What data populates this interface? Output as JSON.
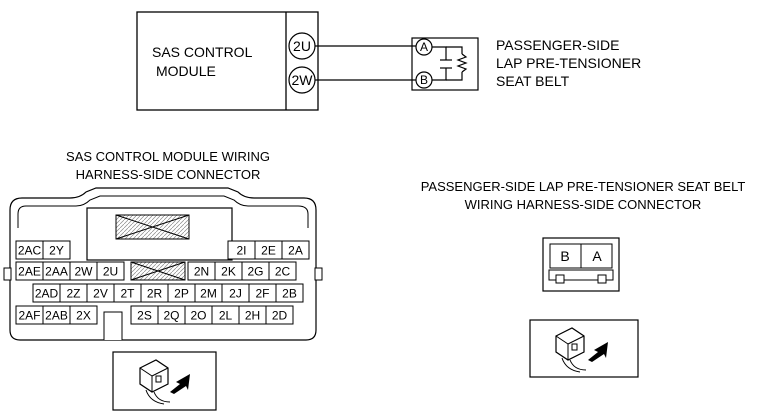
{
  "diagram": {
    "module": {
      "label_line1": "SAS CONTROL",
      "label_line2": "MODULE",
      "terminals": [
        "2U",
        "2W"
      ]
    },
    "pretensioner": {
      "label_line1": "PASSENGER-SIDE",
      "label_line2": "LAP PRE-TENSIONER",
      "label_line3": "SEAT BELT",
      "terminals": [
        "A",
        "B"
      ]
    },
    "sas_connector": {
      "caption_line1": "SAS CONTROL MODULE WIRING",
      "caption_line2": "HARNESS-SIDE CONNECTOR",
      "row1_left": [
        "2AC",
        "2Y"
      ],
      "row1_right": [
        "2I",
        "2E",
        "2A"
      ],
      "row2": [
        "2AE",
        "2AA",
        "2W",
        "2U",
        "2N",
        "2K",
        "2G",
        "2C"
      ],
      "row3": [
        "2AD",
        "2Z",
        "2V",
        "2T",
        "2R",
        "2P",
        "2M",
        "2J",
        "2F",
        "2B"
      ],
      "row4_left": [
        "2AF",
        "2AB",
        "2X"
      ],
      "row4_right": [
        "2S",
        "2Q",
        "2O",
        "2L",
        "2H",
        "2D"
      ]
    },
    "pretensioner_connector": {
      "caption_line1": "PASSENGER-SIDE LAP PRE-TENSIONER SEAT BELT",
      "caption_line2": "WIRING HARNESS-SIDE CONNECTOR",
      "pins": [
        "B",
        "A"
      ]
    },
    "colors": {
      "line": "#000000",
      "background": "#ffffff"
    }
  }
}
